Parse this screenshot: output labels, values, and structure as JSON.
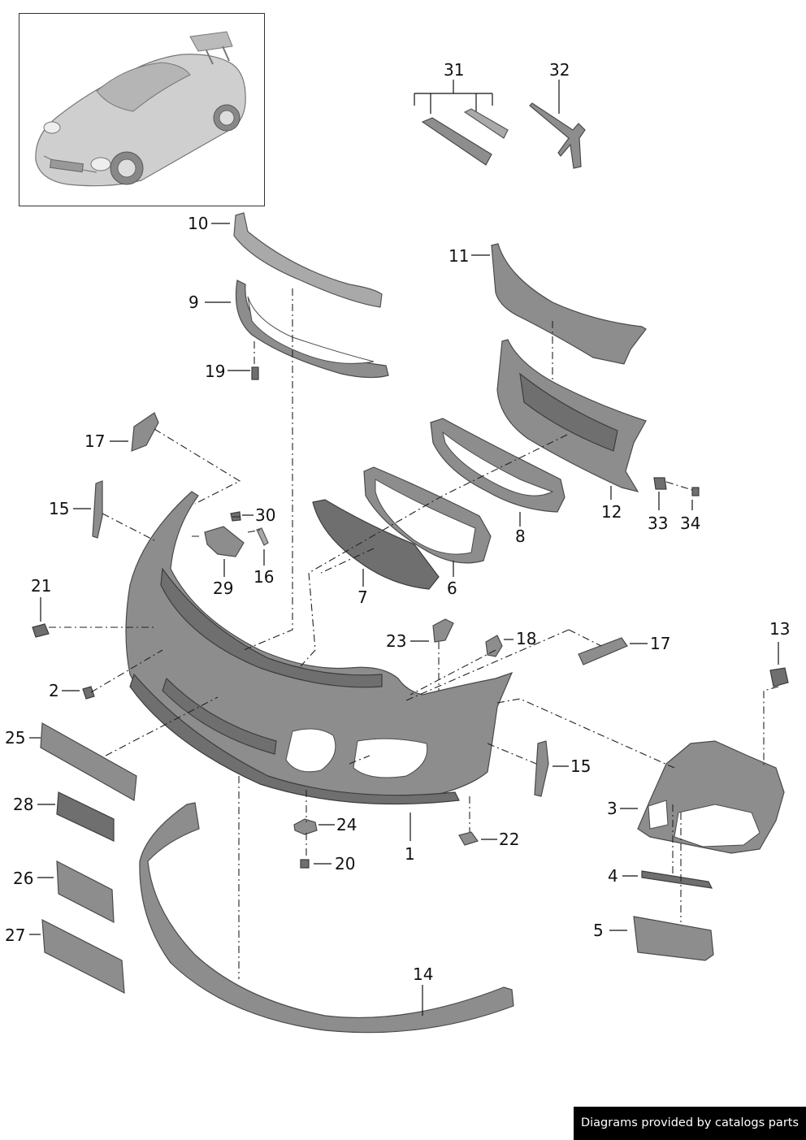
{
  "callouts": {
    "c1": "1",
    "c2": "2",
    "c3": "3",
    "c4": "4",
    "c5": "5",
    "c6": "6",
    "c7": "7",
    "c8": "8",
    "c9": "9",
    "c10": "10",
    "c11": "11",
    "c12": "12",
    "c13": "13",
    "c14": "14",
    "c15a": "15",
    "c15b": "15",
    "c16": "16",
    "c17a": "17",
    "c17b": "17",
    "c18": "18",
    "c19": "19",
    "c20": "20",
    "c21": "21",
    "c22": "22",
    "c23": "23",
    "c24": "24",
    "c25": "25",
    "c26": "26",
    "c27": "27",
    "c28": "28",
    "c29": "29",
    "c30": "30",
    "c31": "31",
    "c32": "32",
    "c33": "33",
    "c34": "34"
  },
  "footer": {
    "credit": "Diagrams provided by catalogs parts"
  },
  "colors": {
    "part_fill": "#8d8d8d",
    "outline": "#4a4a4a",
    "footer_bg": "#000000"
  }
}
